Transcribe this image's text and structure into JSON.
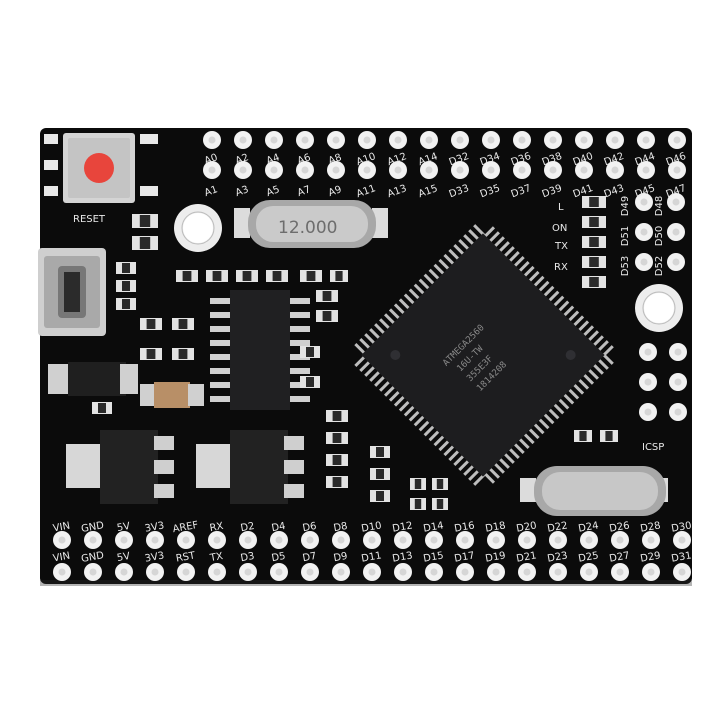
{
  "board": {
    "reset_label": "RESET",
    "crystal_label": "12.000",
    "icsp_label": "ICSP",
    "led_labels": [
      "L",
      "ON",
      "TX",
      "RX"
    ],
    "mcu_lines": [
      "ATMEGA2560",
      "16U-TW",
      "355E3F",
      "1814208"
    ],
    "top_row1_labels": [
      "A0",
      "A2",
      "A4",
      "A6",
      "A8",
      "A10",
      "A12",
      "A14",
      "D32",
      "D34",
      "D36",
      "D38",
      "D40",
      "D42",
      "D44",
      "D46"
    ],
    "top_row2_labels": [
      "A1",
      "A3",
      "A5",
      "A7",
      "A9",
      "A11",
      "A13",
      "A15",
      "D33",
      "D35",
      "D37",
      "D39",
      "D41",
      "D43",
      "D45",
      "D47"
    ],
    "right_col_labels": [
      "D49",
      "D51",
      "D53",
      "D48",
      "D50",
      "D52"
    ],
    "bottom_row1_labels": [
      "VIN",
      "GND",
      "5V",
      "3V3",
      "AREF",
      "RX",
      "D2",
      "D4",
      "D6",
      "D8",
      "D10",
      "D12",
      "D14",
      "D16",
      "D18",
      "D20",
      "D22",
      "D24",
      "D26",
      "D28",
      "D30"
    ],
    "bottom_row2_labels": [
      "VIN",
      "GND",
      "5V",
      "3V3",
      "RST",
      "TX",
      "D3",
      "D5",
      "D7",
      "D9",
      "D11",
      "D13",
      "D15",
      "D17",
      "D19",
      "D21",
      "D23",
      "D25",
      "D27",
      "D29",
      "D31"
    ]
  },
  "colors": {
    "pcb": "#0b0b0b",
    "pad": "#f2f2f2",
    "silkscreen": "#e9e9e9",
    "reset_button": "#e8453c",
    "crystal": "#b8b8b8",
    "chip": "#1d1d1f"
  }
}
